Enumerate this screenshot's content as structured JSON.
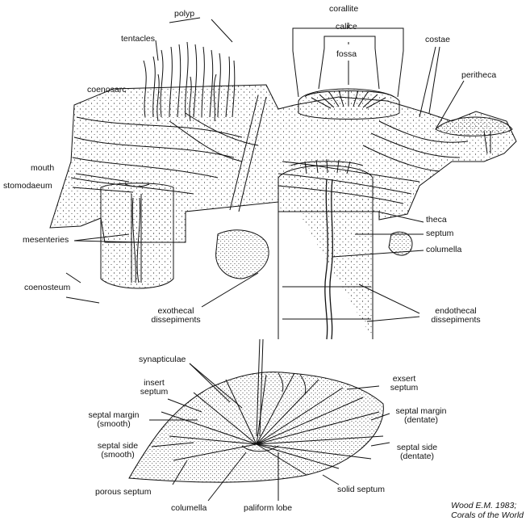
{
  "colors": {
    "ink": "#111111",
    "paper": "#ffffff"
  },
  "labels": {
    "polyp": "polyp",
    "tentacles": "tentacles",
    "coenosarc": "coenosarc",
    "mouth": "mouth",
    "stomodaeum": "stomodaeum",
    "mesenteries": "mesenteries",
    "coenosteum": "coenosteum",
    "exothecal_1": "exothecal",
    "exothecal_2": "dissepiments",
    "corallite": "corallite",
    "calice": "calice",
    "fossa": "fossa",
    "costae": "costae",
    "peritheca": "peritheca",
    "theca": "theca",
    "septum": "septum",
    "columella_top": "columella",
    "endothecal_1": "endothecal",
    "endothecal_2": "dissepiments",
    "synapticulae": "synapticulae",
    "insert_1": "insert",
    "insert_2": "septum",
    "septal_margin_smooth_1": "septal margin",
    "septal_margin_smooth_2": "(smooth)",
    "septal_side_smooth_1": "septal side",
    "septal_side_smooth_2": "(smooth)",
    "porous_septum": "porous septum",
    "columella_bottom": "columella",
    "paliform_lobe": "paliform lobe",
    "solid_septum": "solid septum",
    "septal_side_dentate_1": "septal side",
    "septal_side_dentate_2": "(dentate)",
    "septal_margin_dentate_1": "septal margin",
    "septal_margin_dentate_2": "(dentate)",
    "exsert_1": "exsert",
    "exsert_2": "septum"
  },
  "credit": {
    "line1": "Wood E.M. 1983;",
    "line2": "Corals of the World"
  }
}
